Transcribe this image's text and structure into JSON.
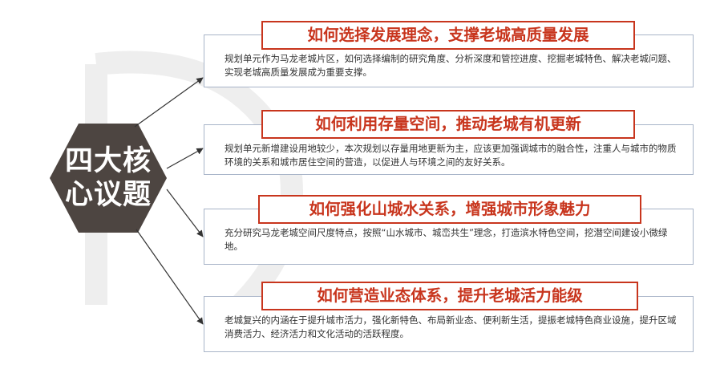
{
  "center": {
    "label_line1": "四大核",
    "label_line2": "心议题"
  },
  "topics": [
    {
      "title": "如何选择发展理念，支撑老城高质量发展",
      "description": "规划单元作为马龙老城片区，如何选择编制的研究角度、分析深度和管控进度、挖掘老城特色、解决老城问题、实现老城高质量发展成为重要支撑。"
    },
    {
      "title": "如何利用存量空间，推动老城有机更新",
      "description": "规划单元新增建设用地较少，本次规划以存量用地更新为主，应该更加强调城市的融合性，注重人与城市的物质环境的关系和城市居住空间的营造，以促进人与环境之间的友好关系。"
    },
    {
      "title": "如何强化山城水关系，增强城市形象魅力",
      "description": "充分研究马龙老城空间尺度特点，按照“山水城市、城峦共生”理念，打造滨水特色空间，挖潜空间建设小微绿地。"
    },
    {
      "title": "如何营造业态体系，提升老城活力能级",
      "description": "老城复兴的内涵在于提升城市活力，强化新特色、布局新业态、便利新生活，提振老城特色商业设施，提升区域消费活力、经济活力和文化活动的活跃程度。"
    }
  ],
  "colors": {
    "hexagon": "#4d4541",
    "title_red": "#c8351d",
    "box_border": "#a8b4c8",
    "arrow": "#333333"
  }
}
